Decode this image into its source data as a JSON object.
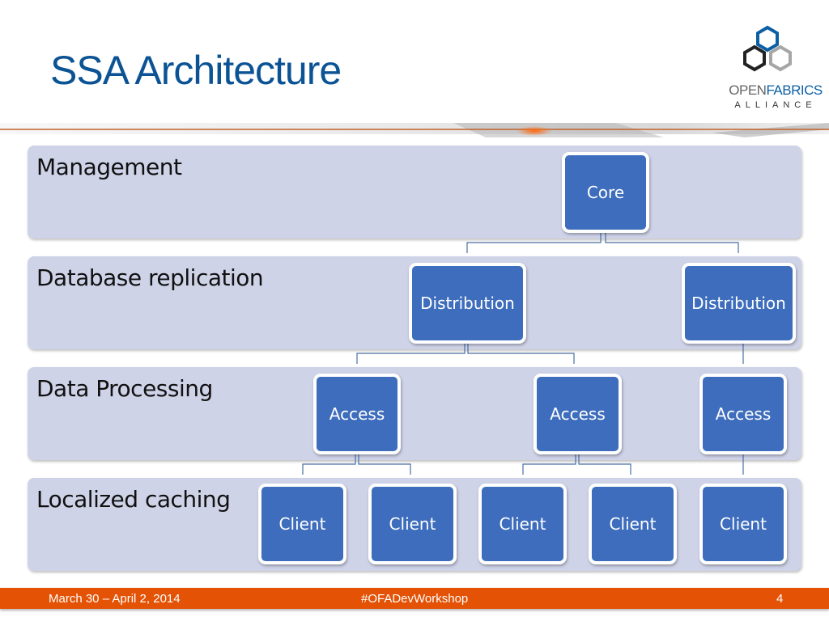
{
  "slide": {
    "title": "SSA Architecture",
    "logo": {
      "word1": "OPEN",
      "word2": "FABRICS",
      "sub": "ALLIANCE",
      "colors": {
        "blue": "#0b5fa5",
        "black": "#222222",
        "gray": "#a6a6a6"
      }
    },
    "accent_color": "#e35205",
    "title_color": "#0b5394"
  },
  "diagram": {
    "layers": [
      {
        "label": "Management"
      },
      {
        "label": "Database replication"
      },
      {
        "label": "Data Processing"
      },
      {
        "label": "Localized caching"
      }
    ],
    "nodes": [
      {
        "id": "core",
        "label": "Core",
        "layer": 0
      },
      {
        "id": "dist1",
        "label": "Distribution",
        "layer": 1,
        "parent": "core"
      },
      {
        "id": "dist2",
        "label": "Distribution",
        "layer": 1,
        "parent": "core"
      },
      {
        "id": "acc1",
        "label": "Access",
        "layer": 2,
        "parent": "dist1"
      },
      {
        "id": "acc2",
        "label": "Access",
        "layer": 2,
        "parent": "dist1"
      },
      {
        "id": "acc3",
        "label": "Access",
        "layer": 2,
        "parent": "dist2"
      },
      {
        "id": "cli1",
        "label": "Client",
        "layer": 3,
        "parent": "acc1"
      },
      {
        "id": "cli2",
        "label": "Client",
        "layer": 3,
        "parent": "acc1"
      },
      {
        "id": "cli3",
        "label": "Client",
        "layer": 3,
        "parent": "acc2"
      },
      {
        "id": "cli4",
        "label": "Client",
        "layer": 3,
        "parent": "acc2"
      },
      {
        "id": "cli5",
        "label": "Client",
        "layer": 3,
        "parent": "acc3"
      }
    ],
    "colors": {
      "layer_bg": "#cfd3e8",
      "node_fill": "#3d6dbc",
      "connector": "#4a6fa5"
    }
  },
  "footer": {
    "date": "March 30 – April 2, 2014",
    "hashtag": "#OFADevWorkshop",
    "page_number": "4"
  }
}
